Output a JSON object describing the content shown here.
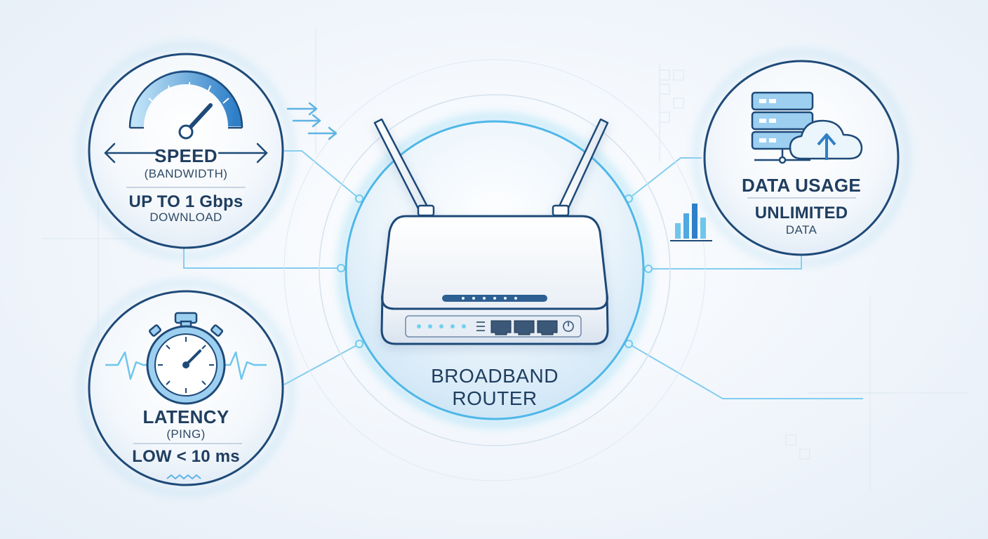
{
  "center": {
    "line1": "BROADBAND",
    "line2": "ROUTER"
  },
  "speed": {
    "title": "SPEED",
    "subtitle": "(BANDWIDTH)",
    "value": "UP TO 1 Gbps",
    "note": "DOWNLOAD"
  },
  "data_usage": {
    "title": "DATA USAGE",
    "value": "UNLIMITED",
    "note": "DATA"
  },
  "latency": {
    "title": "LATENCY",
    "subtitle": "(PING)",
    "value": "LOW < 10 ms"
  },
  "colors": {
    "accent": "#4fb7e8",
    "ring": "#1e4a78",
    "text": "#1f3e60",
    "glow": "#7fd3f2"
  }
}
